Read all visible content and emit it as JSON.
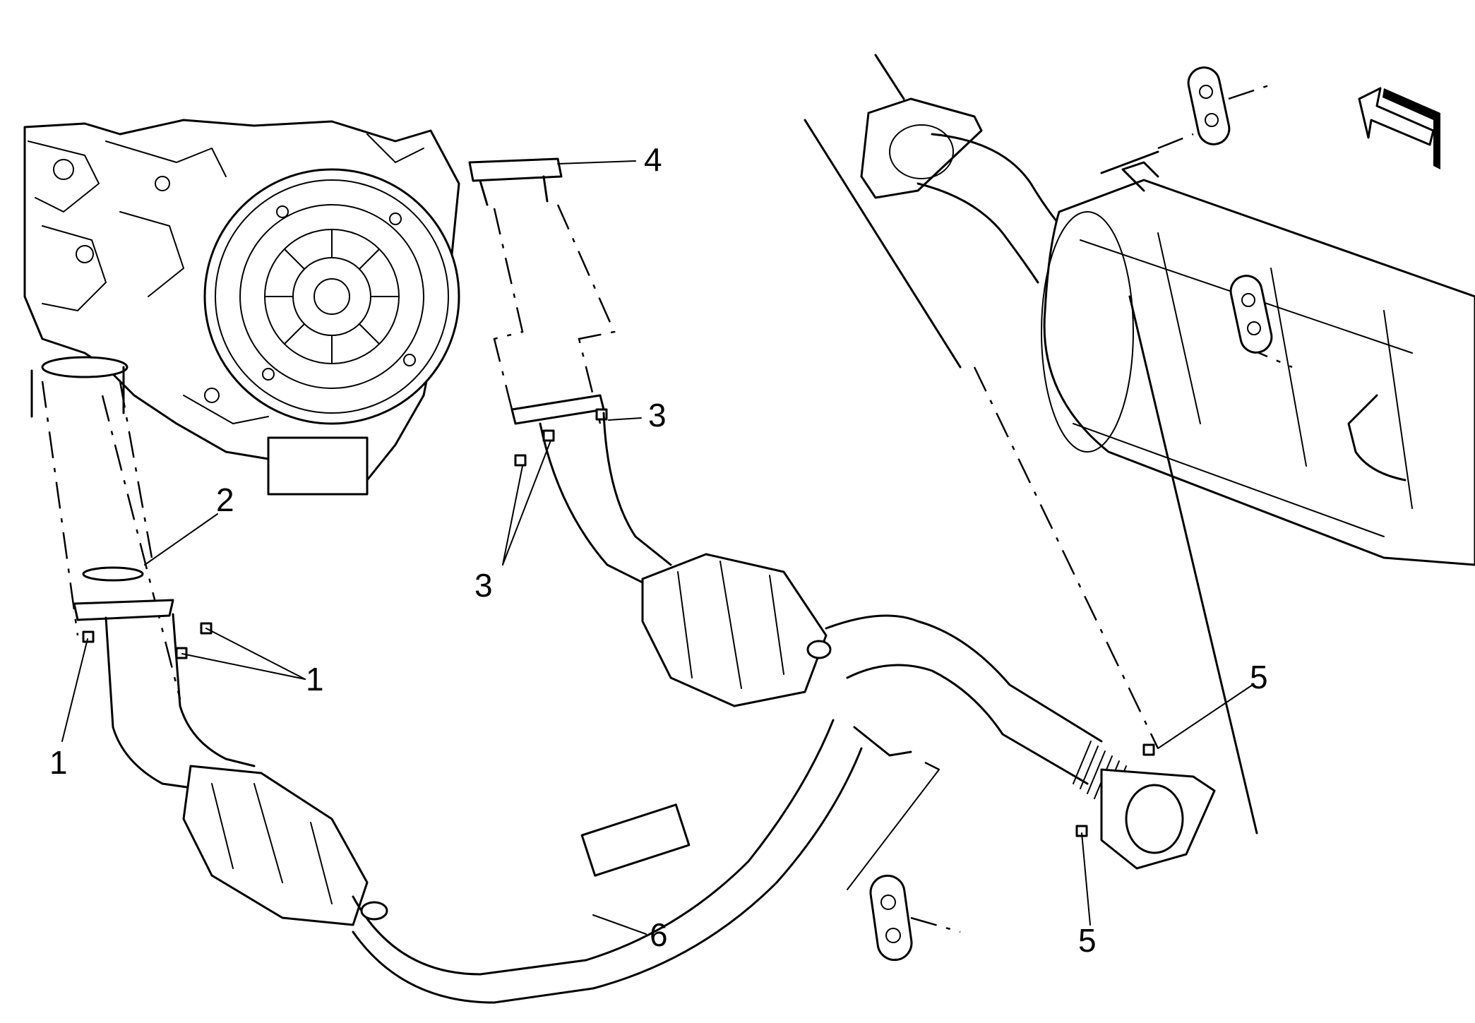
{
  "callouts": [
    {
      "id": "c1a",
      "label": "1"
    },
    {
      "id": "c1b",
      "label": "1"
    },
    {
      "id": "c2",
      "label": "2"
    },
    {
      "id": "c3a",
      "label": "3"
    },
    {
      "id": "c3b",
      "label": "3"
    },
    {
      "id": "c4",
      "label": "4"
    },
    {
      "id": "c5a",
      "label": "5"
    },
    {
      "id": "c5b",
      "label": "5"
    },
    {
      "id": "c6",
      "label": "6"
    }
  ],
  "colors": {
    "line": "#000000",
    "background": "#ffffff"
  },
  "icons": {
    "direction_arrow": "arrow-up-left-icon"
  }
}
